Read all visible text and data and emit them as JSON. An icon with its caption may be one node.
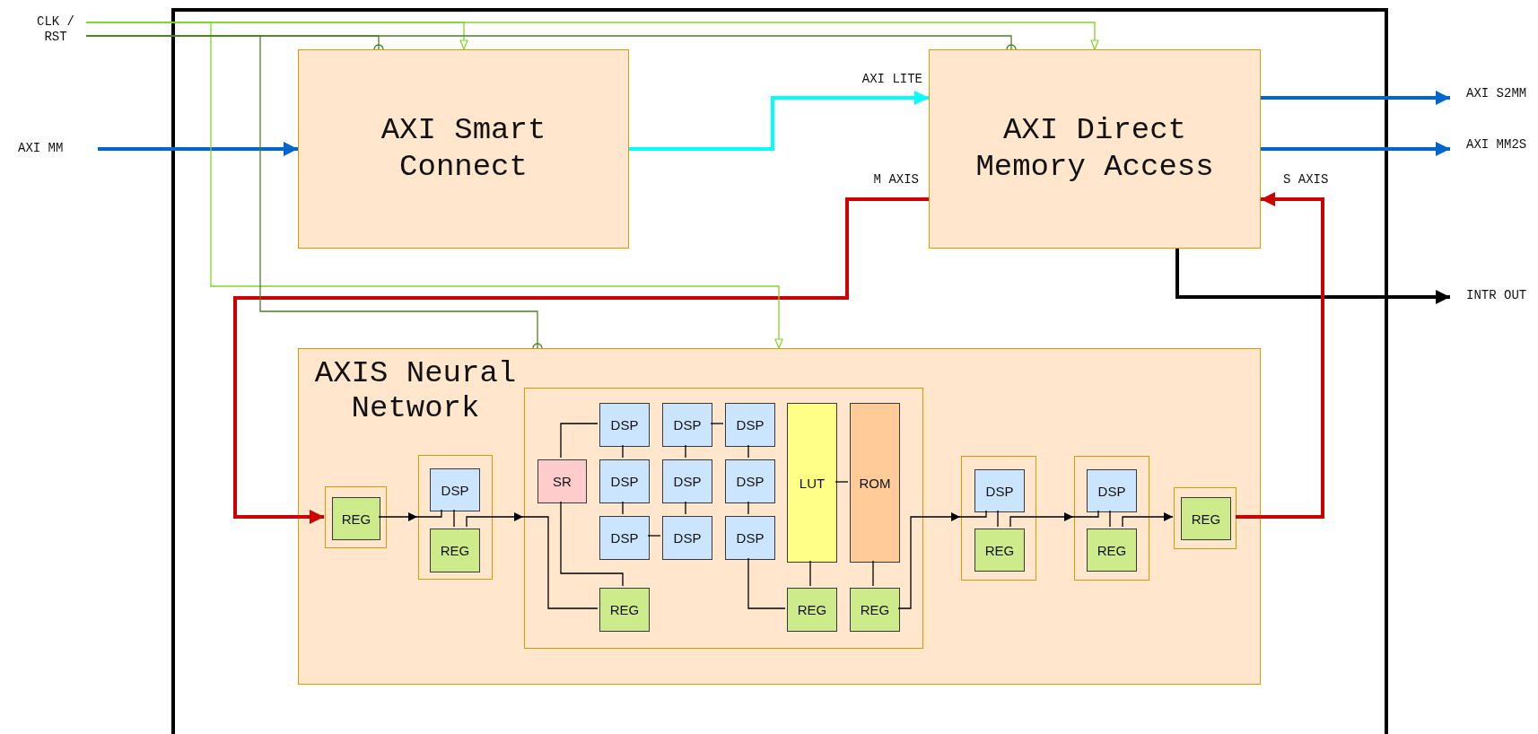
{
  "diagram": {
    "nodes": [
      {
        "text": [
          "AXI Smart Connect"
        ]
      },
      {
        "text": [
          "AXI Direct Memory Access"
        ]
      },
      {
        "text": [
          "AXIS Neural Network"
        ]
      },
      {
        "text": [],
        "shape": "box",
        "in": 2
      },
      {
        "text": [
          "REG"
        ],
        "in": 3
      },
      {
        "text": [],
        "shape": "box",
        "in": 2
      },
      {
        "text": [
          "DSP"
        ],
        "in": 5
      },
      {
        "text": [
          "REG"
        ],
        "in": 5
      },
      {
        "text": [],
        "shape": "box",
        "in": 2
      },
      {
        "text": [
          "SR"
        ],
        "in": 8
      },
      {
        "text": [
          "DSP"
        ],
        "in": 8
      },
      {
        "text": [
          "DSP"
        ],
        "in": 8
      },
      {
        "text": [
          "DSP"
        ],
        "in": 8
      },
      {
        "text": [
          "LUT"
        ],
        "in": 8
      },
      {
        "text": [
          "ROM"
        ],
        "in": 8
      },
      {
        "text": [
          "DSP"
        ],
        "in": 8
      },
      {
        "text": [
          "DSP"
        ],
        "in": 8
      },
      {
        "text": [
          "DSP"
        ],
        "in": 8
      },
      {
        "text": [
          "DSP"
        ],
        "in": 8
      },
      {
        "text": [
          "DSP"
        ],
        "in": 8
      },
      {
        "text": [
          "DSP"
        ],
        "in": 8
      },
      {
        "text": [
          "REG"
        ],
        "in": 8
      },
      {
        "text": [
          "REG"
        ],
        "in": 8
      },
      {
        "text": [
          "REG"
        ],
        "in": 8
      },
      {
        "text": [],
        "shape": "box",
        "in": 2
      },
      {
        "text": [
          "DSP"
        ],
        "in": 24
      },
      {
        "text": [
          "REG"
        ],
        "in": 24
      },
      {
        "text": [],
        "shape": "box",
        "in": 2
      },
      {
        "text": [
          "DSP"
        ],
        "in": 27
      },
      {
        "text": [
          "REG"
        ],
        "in": 27
      },
      {
        "text": [],
        "shape": "box",
        "in": 2
      },
      {
        "text": [
          "REG"
        ],
        "in": 30
      },
      {
        "text": [
          "CLK / RST"
        ]
      },
      {
        "text": [
          "AXI MM"
        ]
      },
      {
        "text": [
          "AXI S2MM"
        ]
      },
      {
        "text": [
          "AXI MM2S"
        ]
      },
      {
        "text": [
          "INTR OUT"
        ]
      }
    ],
    "edges": [
      {
        "from": 33,
        "to": 0,
        "arrow": "to",
        "style": "thick",
        "color": "#0066cc"
      },
      {
        "from": 0,
        "to": 1,
        "arrow": "to",
        "label": "AXI LITE",
        "style": "thick",
        "color": "#00ffff"
      },
      {
        "from": 1,
        "to": 34,
        "arrow": "to",
        "style": "thick",
        "color": "#0066cc"
      },
      {
        "from": 1,
        "to": 35,
        "arrow": "to",
        "style": "thick",
        "color": "#0066cc"
      },
      {
        "from": 1,
        "to": 36,
        "arrow": "to",
        "style": "thick"
      },
      {
        "from": 1,
        "to": 3,
        "arrow": "to",
        "label": "M AXIS",
        "style": "thick",
        "color": "#cc0000"
      },
      {
        "from": 30,
        "to": 1,
        "arrow": "to",
        "label": "S AXIS",
        "style": "thick",
        "color": "#cc0000"
      },
      {
        "from": 32,
        "to": 0,
        "arrow": "to",
        "color": "#80d42a"
      },
      {
        "from": 32,
        "to": 1,
        "arrow": "to",
        "color": "#80d42a"
      },
      {
        "from": 32,
        "to": 2,
        "arrow": "to",
        "color": "#80d42a"
      },
      {
        "from": 32,
        "to": 0,
        "arrow": "other",
        "color": "#4d7f26"
      },
      {
        "from": 32,
        "to": 1,
        "arrow": "other",
        "color": "#4d7f26"
      },
      {
        "from": 32,
        "to": 2,
        "arrow": "other",
        "color": "#4d7f26"
      },
      {
        "from": 4,
        "to": 5,
        "arrow": "to"
      },
      {
        "from": 5,
        "to": 6,
        "arrow": "none"
      },
      {
        "from": 6,
        "to": 7,
        "arrow": "none"
      },
      {
        "from": 7,
        "to": 8,
        "arrow": "to"
      },
      {
        "from": 8,
        "to": 21,
        "arrow": "none"
      },
      {
        "from": 9,
        "to": 10,
        "arrow": "none"
      },
      {
        "from": 9,
        "to": 21,
        "arrow": "none"
      },
      {
        "from": 10,
        "to": 15,
        "arrow": "none"
      },
      {
        "from": 15,
        "to": 18,
        "arrow": "none"
      },
      {
        "from": 11,
        "to": 16,
        "arrow": "none"
      },
      {
        "from": 16,
        "to": 19,
        "arrow": "none"
      },
      {
        "from": 12,
        "to": 17,
        "arrow": "none"
      },
      {
        "from": 17,
        "to": 20,
        "arrow": "none"
      },
      {
        "from": 11,
        "to": 12,
        "arrow": "none"
      },
      {
        "from": 18,
        "to": 19,
        "arrow": "none"
      },
      {
        "from": 20,
        "to": 22,
        "arrow": "none"
      },
      {
        "from": 13,
        "to": 14,
        "arrow": "none"
      },
      {
        "from": 13,
        "to": 22,
        "arrow": "none"
      },
      {
        "from": 14,
        "to": 23,
        "arrow": "none"
      },
      {
        "from": 23,
        "to": 24,
        "arrow": "to"
      },
      {
        "from": 24,
        "to": 25,
        "arrow": "none"
      },
      {
        "from": 25,
        "to": 26,
        "arrow": "none"
      },
      {
        "from": 26,
        "to": 27,
        "arrow": "to"
      },
      {
        "from": 27,
        "to": 28,
        "arrow": "none"
      },
      {
        "from": 28,
        "to": 29,
        "arrow": "none"
      },
      {
        "from": 29,
        "to": 30,
        "arrow": "to"
      }
    ]
  }
}
